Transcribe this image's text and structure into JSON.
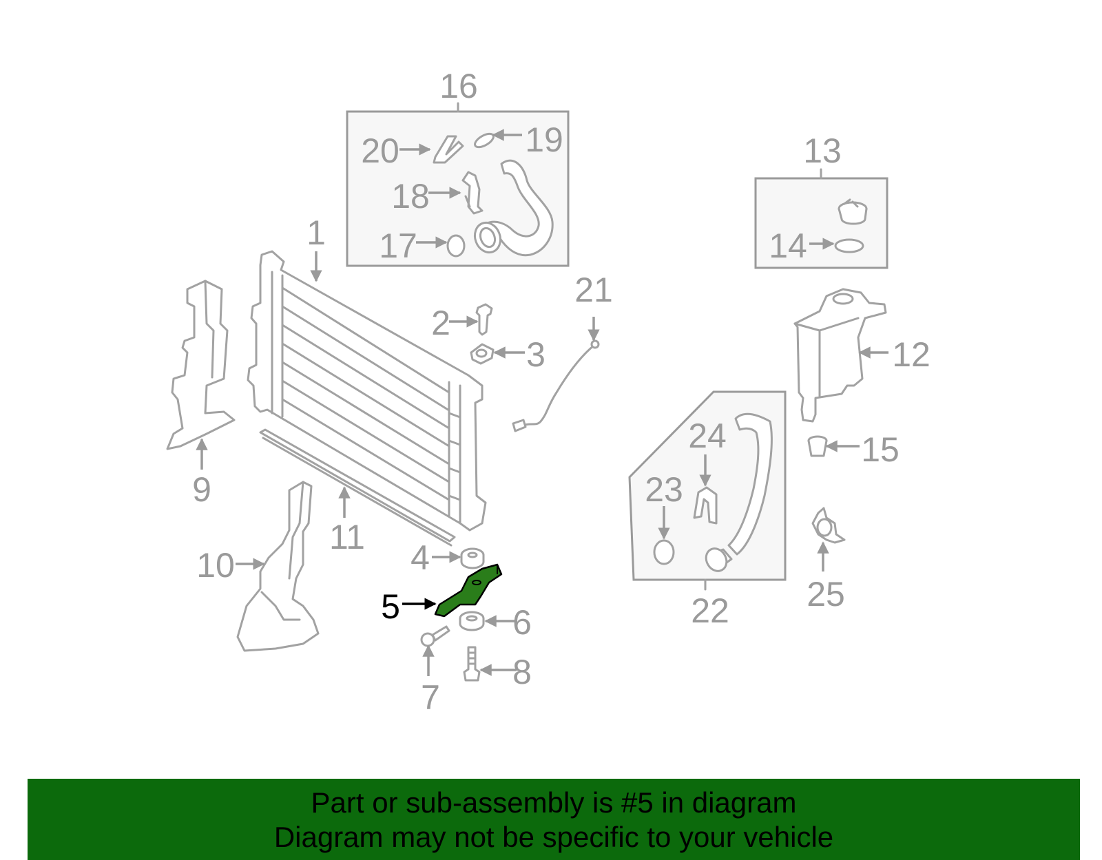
{
  "diagram": {
    "highlight_color": "#2a7d1a",
    "line_color": "#a2a2a2",
    "labels": {
      "p1": "1",
      "p2": "2",
      "p3": "3",
      "p4": "4",
      "p5": "5",
      "p6": "6",
      "p7": "7",
      "p8": "8",
      "p9": "9",
      "p10": "10",
      "p11": "11",
      "p12": "12",
      "p13": "13",
      "p14": "14",
      "p15": "15",
      "p16": "16",
      "p17": "17",
      "p18": "18",
      "p19": "19",
      "p20": "20",
      "p21": "21",
      "p22": "22",
      "p23": "23",
      "p24": "24",
      "p25": "25"
    }
  },
  "banner": {
    "color": "#0c6a0c",
    "line1": "Part or sub-assembly is #5 in diagram",
    "line2": "Diagram may not be specific to your vehicle"
  }
}
